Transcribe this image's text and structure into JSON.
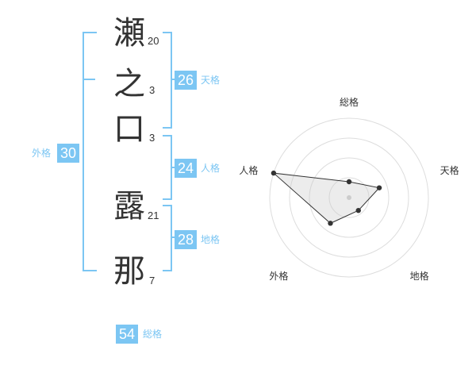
{
  "name_chars": [
    {
      "char": "瀬",
      "strokes": "20"
    },
    {
      "char": "之",
      "strokes": "3"
    },
    {
      "char": "口",
      "strokes": "3"
    },
    {
      "char": "露",
      "strokes": "21"
    },
    {
      "char": "那",
      "strokes": "7"
    }
  ],
  "kakusu": {
    "tenkaku": {
      "value": "26",
      "label": "天格"
    },
    "jinkaku": {
      "value": "24",
      "label": "人格"
    },
    "chikaku": {
      "value": "28",
      "label": "地格"
    },
    "gaikaku": {
      "value": "30",
      "label": "外格"
    },
    "soukaku": {
      "value": "54",
      "label": "総格"
    }
  },
  "colors": {
    "accent": "#7cc6f3",
    "text": "#333333"
  },
  "chart_data": {
    "type": "radar",
    "axes": [
      "総格",
      "天格",
      "地格",
      "外格",
      "人格"
    ],
    "values": [
      0.2,
      0.4,
      0.2,
      0.4,
      1.0
    ],
    "range": [
      0,
      1
    ],
    "rings": 4
  }
}
